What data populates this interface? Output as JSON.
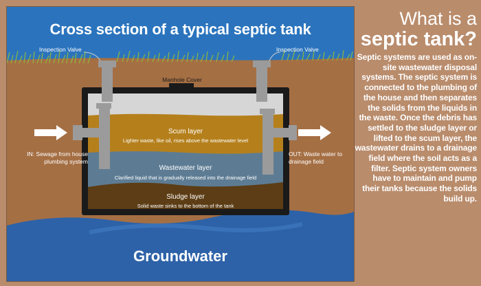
{
  "diagram": {
    "title": "Cross section of a typical septic tank",
    "inspection_valve_left": "Inspection Valve",
    "inspection_valve_right": "Inspection Valve",
    "manhole_cover": "Manhole Cover",
    "inlet_label": "IN: Sewage from house plumbing system",
    "outlet_label": "OUT: Waste water to drainage field",
    "scum_title": "Scum layer",
    "scum_desc": "Lighter waste, like oil, rises above the wastewater level",
    "wastewater_title": "Wastewater layer",
    "wastewater_desc": "Clarified liquid that is gradually released into the drainage field",
    "sludge_title": "Sludge layer",
    "sludge_desc": "Solid waste sinks to the bottom of the tank",
    "groundwater": "Groundwater",
    "colors": {
      "sky": "#2b74bd",
      "soil": "#a56f44",
      "scum": "#b5801c",
      "wastewater": "#5d7c94",
      "sludge": "#5c3d15",
      "groundwater": "#2d62a8",
      "pipe": "#9b9b9b"
    }
  },
  "side": {
    "heading_line1": "What is a",
    "heading_line2": "septic tank?",
    "body": "Septic systems are used as on-site wastewater disposal systems. The septic system is connected to the plumbing of the house and then separates the solids from the liquids in the waste. Once the debris has settled to the sludge layer or lifted to the scum layer, the wastewater drains to a drainage field where the soil acts as a filter. Septic system owners have to maintain and pump their tanks because the solids build up."
  }
}
